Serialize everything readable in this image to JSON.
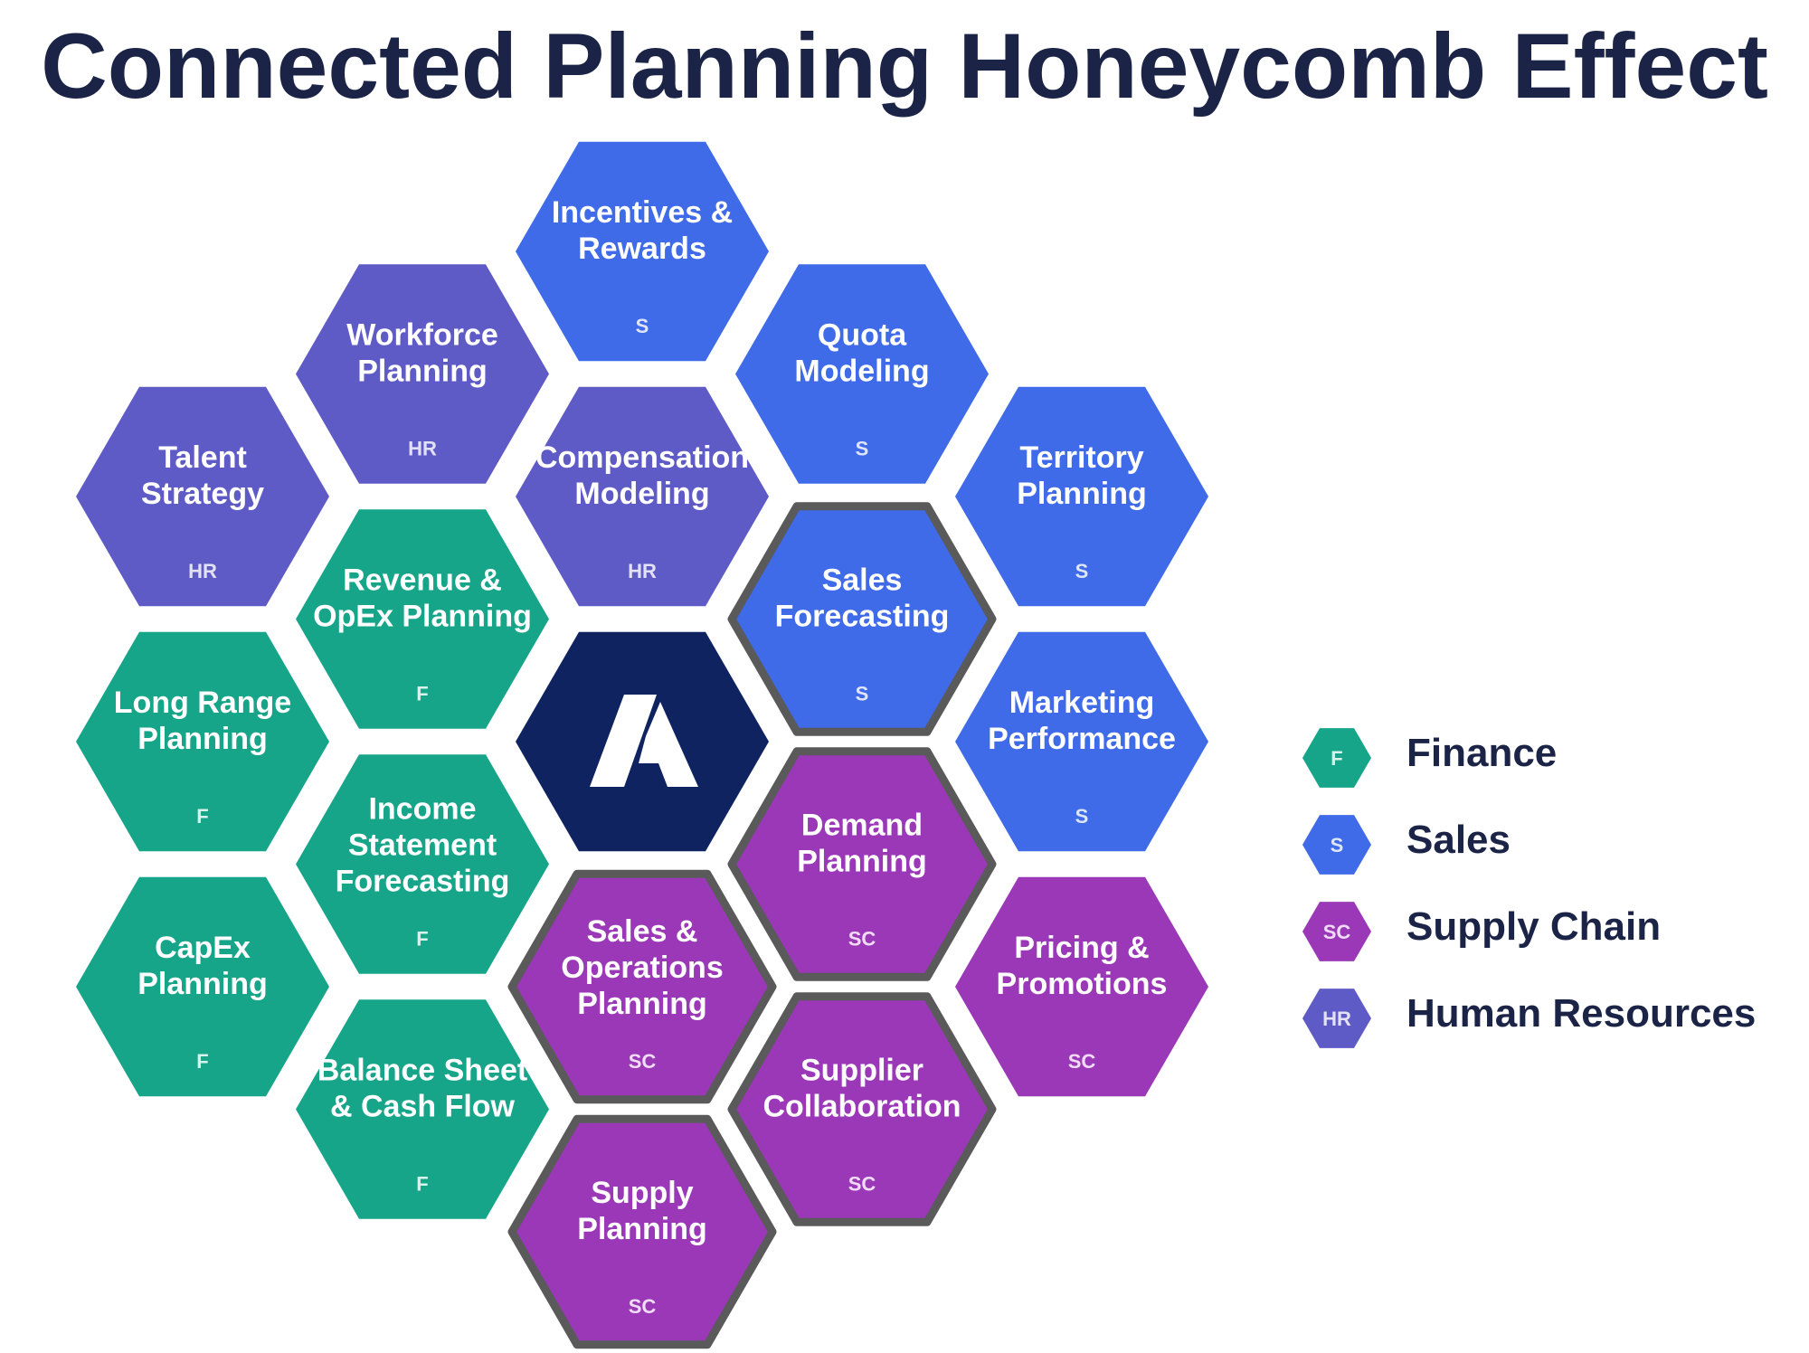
{
  "title": "Connected Planning Honeycomb Effect",
  "categories": {
    "F": {
      "label": "Finance",
      "color": "#17a589",
      "code_color": "#d9f3ec"
    },
    "S": {
      "label": "Sales",
      "color": "#3f6ae8",
      "code_color": "#dfe6fb"
    },
    "SC": {
      "label": "Supply Chain",
      "color": "#9b38b8",
      "code_color": "#f1dcf7"
    },
    "HR": {
      "label": "Human Resources",
      "color": "#5f5bc6",
      "code_color": "#e2e1f6"
    }
  },
  "legend_order": [
    "F",
    "S",
    "SC",
    "HR"
  ],
  "center": {
    "icon": "anaplan-a-logo-icon",
    "color": "#0f2360"
  },
  "outline_color": "#5a5a5a",
  "hexes": [
    {
      "col": 0,
      "row": 3,
      "lines": [
        "Talent",
        "Strategy"
      ],
      "cat": "HR",
      "outlined": false
    },
    {
      "col": 0,
      "row": 5,
      "lines": [
        "Long Range",
        "Planning"
      ],
      "cat": "F",
      "outlined": false
    },
    {
      "col": 0,
      "row": 7,
      "lines": [
        "CapEx",
        "Planning"
      ],
      "cat": "F",
      "outlined": false
    },
    {
      "col": 1,
      "row": 2,
      "lines": [
        "Workforce",
        "Planning"
      ],
      "cat": "HR",
      "outlined": false
    },
    {
      "col": 1,
      "row": 4,
      "lines": [
        "Revenue &",
        "OpEx Planning"
      ],
      "cat": "F",
      "outlined": false
    },
    {
      "col": 1,
      "row": 6,
      "lines": [
        "Income",
        "Statement",
        "Forecasting"
      ],
      "cat": "F",
      "outlined": false
    },
    {
      "col": 1,
      "row": 8,
      "lines": [
        "Balance Sheet",
        "& Cash Flow"
      ],
      "cat": "F",
      "outlined": false
    },
    {
      "col": 2,
      "row": 1,
      "lines": [
        "Incentives &",
        "Rewards"
      ],
      "cat": "S",
      "outlined": false
    },
    {
      "col": 2,
      "row": 3,
      "lines": [
        "Compensation",
        "Modeling"
      ],
      "cat": "HR",
      "outlined": false
    },
    {
      "col": 2,
      "row": 7,
      "lines": [
        "Sales &",
        "Operations",
        "Planning"
      ],
      "cat": "SC",
      "outlined": true
    },
    {
      "col": 2,
      "row": 9,
      "lines": [
        "Supply",
        "Planning"
      ],
      "cat": "SC",
      "outlined": true
    },
    {
      "col": 3,
      "row": 2,
      "lines": [
        "Quota",
        "Modeling"
      ],
      "cat": "S",
      "outlined": false
    },
    {
      "col": 3,
      "row": 4,
      "lines": [
        "Sales",
        "Forecasting"
      ],
      "cat": "S",
      "outlined": true
    },
    {
      "col": 3,
      "row": 6,
      "lines": [
        "Demand",
        "Planning"
      ],
      "cat": "SC",
      "outlined": true
    },
    {
      "col": 3,
      "row": 8,
      "lines": [
        "Supplier",
        "Collaboration"
      ],
      "cat": "SC",
      "outlined": true
    },
    {
      "col": 4,
      "row": 3,
      "lines": [
        "Territory",
        "Planning"
      ],
      "cat": "S",
      "outlined": false
    },
    {
      "col": 4,
      "row": 5,
      "lines": [
        "Marketing",
        "Performance"
      ],
      "cat": "S",
      "outlined": false
    },
    {
      "col": 4,
      "row": 7,
      "lines": [
        "Pricing &",
        "Promotions"
      ],
      "cat": "SC",
      "outlined": false
    }
  ]
}
